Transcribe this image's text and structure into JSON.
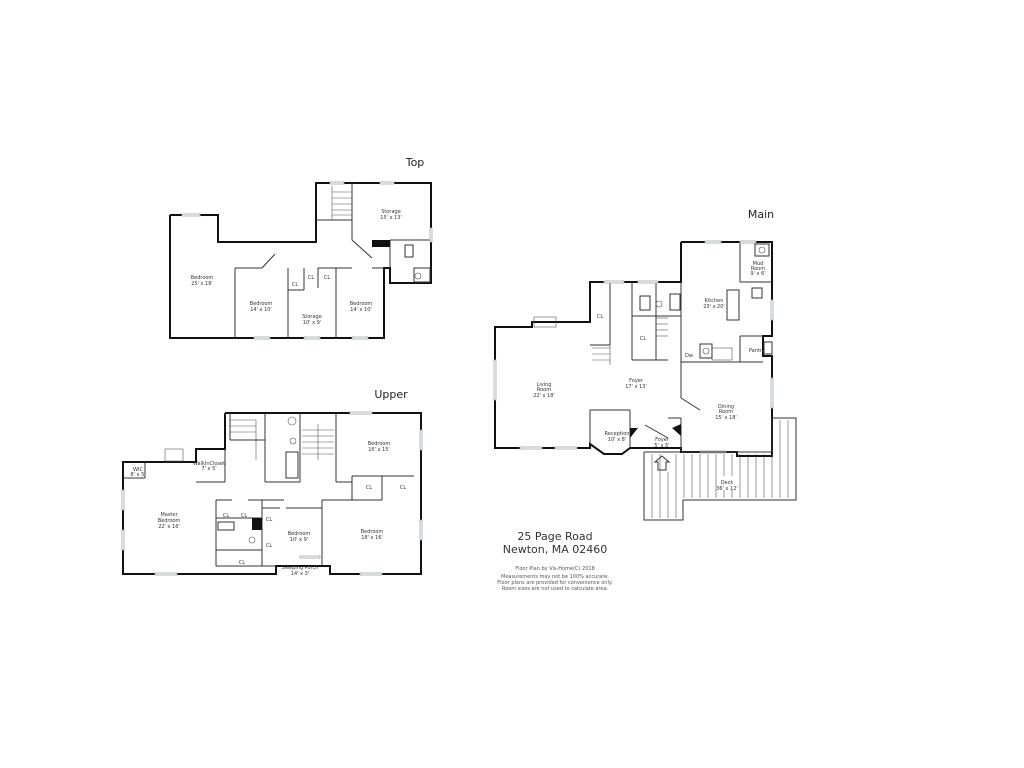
{
  "floors": {
    "top": {
      "title": "Top"
    },
    "upper": {
      "title": "Upper"
    },
    "main": {
      "title": "Main"
    }
  },
  "rooms": {
    "top_storage_a": [
      "Storage",
      "15' x 13'"
    ],
    "top_bedroom_a": [
      "Bedroom",
      "25' x 18'"
    ],
    "top_bedroom_b": [
      "Bedroom",
      "14' x 10'"
    ],
    "top_storage_b": [
      "Storage",
      "10' x 9'"
    ],
    "top_bedroom_c": [
      "Bedroom",
      "14' x 10'"
    ],
    "up_wic": [
      "WIC",
      "8' x 5'"
    ],
    "up_walkin": [
      "WalkInCloset",
      "7' x 5'"
    ],
    "up_master": [
      "Master",
      "Bedroom",
      "22' x 16'"
    ],
    "up_bedroom_a": [
      "Bedroom",
      "16' x 15'"
    ],
    "up_bedroom_b": [
      "Bedroom",
      "10' x 9'"
    ],
    "up_bedroom_c": [
      "Bedroom",
      "18' x 16'"
    ],
    "up_porch": [
      "Sleeping Porch",
      "14' x 3'"
    ],
    "main_mud": [
      "Mud",
      "Room",
      "9' x 6'"
    ],
    "main_kitchen": [
      "Kitchen",
      "23' x 20'"
    ],
    "main_pantry": [
      "Pantry"
    ],
    "main_living": [
      "Living",
      "Room",
      "22' x 18'"
    ],
    "main_foyer": [
      "Foyer",
      "17' x 13'"
    ],
    "main_dining": [
      "Dining",
      "Room",
      "15' x 18'"
    ],
    "main_reception": [
      "Reception",
      "10' x 8'"
    ],
    "main_foyer2": [
      "Foyer",
      "5' x 5'"
    ],
    "main_deck": [
      "Deck",
      "36' x 12'"
    ]
  },
  "closet_label": "CL",
  "dw_label": "Dw",
  "address": {
    "line1": "25 Page Road",
    "line2": "Newton, MA 02460"
  },
  "disclaimer": {
    "credit": "Floor Plan by Vis-Home(C) 2018",
    "line1": "Measurements may not be 100% accurate.",
    "line2": "Floor plans are provided for convenience only.",
    "line3": "Room sizes are not used to calculate area."
  }
}
